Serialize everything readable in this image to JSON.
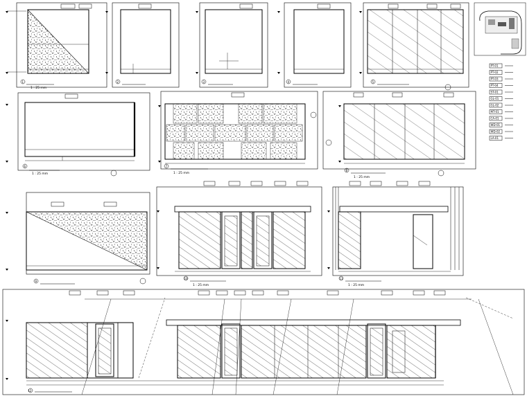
{
  "sheet": {
    "panels": [
      {
        "num": "1",
        "caption": "",
        "scale": "1 : 25 mm"
      },
      {
        "num": "2",
        "caption": "",
        "scale": ""
      },
      {
        "num": "3",
        "caption": "",
        "scale": ""
      },
      {
        "num": "4",
        "caption": "",
        "scale": ""
      },
      {
        "num": "5",
        "caption": "",
        "scale": ""
      },
      {
        "num": "6",
        "caption": "",
        "scale": "1 : 25 mm"
      },
      {
        "num": "7",
        "caption": "",
        "scale": "1 : 25 mm"
      },
      {
        "num": "8",
        "caption": "",
        "scale": "1 : 25 mm"
      },
      {
        "num": "9",
        "caption": "",
        "scale": ""
      },
      {
        "num": "10",
        "caption": "",
        "scale": "1 : 25 mm"
      },
      {
        "num": "11",
        "caption": "",
        "scale": "1 : 25 mm"
      },
      {
        "num": "12",
        "caption": "",
        "scale": ""
      }
    ],
    "legend_codes": [
      "PT-01",
      "PT-02",
      "PT-03",
      "PT-04",
      "ST-01",
      "GL-01",
      "GL-02",
      "MT-01",
      "CA-01",
      "WD-01",
      "WD-02",
      "LA-01"
    ]
  }
}
